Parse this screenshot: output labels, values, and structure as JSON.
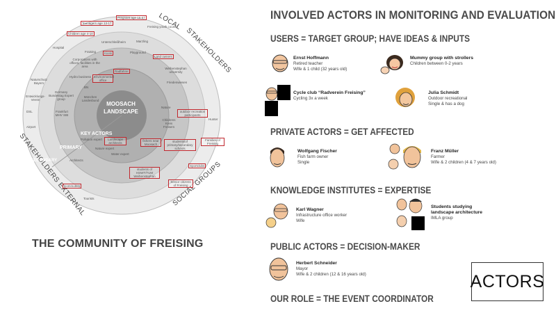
{
  "diagram": {
    "center_line1": "MOOSACH",
    "center_line2": "LANDSCAPE",
    "key_actors": "KEY ACTORS",
    "primary": "PRIMARY",
    "secondary": "SECONDARY",
    "ring_local": "LOCAL",
    "ring_stakeholders_top": "STAKEHOLDERS",
    "ring_social_groups": "SOCIAL GROUPS",
    "ring_stakeholders_external": "STAKEHOLDERS EXTERNAL",
    "nodes": {
      "teenagers": "Teenagers age 13-17",
      "pregnant": "Pregnant age 16-67",
      "children": "Children age 4-10",
      "freising_youth": "Freising youth council",
      "unterschleissheim": "Unterschleißheim",
      "marzling": "Marzling",
      "hospital": "Hospital",
      "fraising": "Fraising",
      "kiosk": "Kiosk",
      "playground": "Playground",
      "corporations": "Corporations with offices, facilities in the area",
      "radfahrer": "Radfahrer",
      "gardeners": "Land owners",
      "weihenstephan_uni": "Weihenstephan university",
      "environment_office": "Environmental office",
      "friedenwiesen": "Friedenwiesen",
      "hydro": "Hydro business",
      "bn": "BN",
      "nature": "Nature",
      "muenchen": "München Landesbund",
      "pfadfinder": "Pfadfinder",
      "childrens": "Childrens Kreis Freisers",
      "outdoor": "outdoor recreation participants",
      "hunter": "Hunter",
      "germany_bund": "Germany Bundestag Expert group",
      "frankfurt": "Frankfurt MHV SIB",
      "natur_sign": "Natural signers",
      "pollution": "Pollution expert",
      "landscape_arch": "Landscape architects",
      "fishers": "fishers near Moosach",
      "students": "students/of primary/secondary schools",
      "families": "Families of Freising",
      "nature_expert": "Nature expert",
      "water_expert": "Water expert",
      "students_tum": "students of HSWT/TUM Weihenstephan",
      "sportclubs": "Sportclubs",
      "senior": "Senior citizens of Freising",
      "architects": "Architects",
      "commuters": "Commuters",
      "tourists": "Tourists",
      "airport": "Airport",
      "dsl": "DSL",
      "entw": "Entwicklungs-Verein",
      "natur_bayern": "Naturschutz Bayern"
    }
  },
  "community_title": "THE COMMUNITY OF FREISING",
  "main_title": "INVOLVED ACTORS IN MONITORING AND EVALUATION",
  "sections": {
    "users": "USERS = TARGET GROUP; HAVE IDEAS & INPUTS",
    "private": "PRIVATE ACTORS = GET AFFECTED",
    "knowledge": "KNOWLEDGE INSTITUTES = EXPERTISE",
    "public": "PUBLIC ACTORS = DECISION-MAKER",
    "role": "OUR ROLE = THE EVENT COORDINATOR"
  },
  "actors": {
    "hoffmann": {
      "name": "Ernst Hoffmann",
      "l1": "Retired teacher",
      "l2": "Wife & 1 child (32 years old)"
    },
    "mummy": {
      "name": "Mummy group with strollers",
      "l1": "Children between 0-2 years",
      "l2": ""
    },
    "cycle": {
      "name": "Cycle club “Radverein Freising”",
      "l1": "Cycling 3x a week",
      "l2": ""
    },
    "julia": {
      "name": "Julia Schmidt",
      "l1": "Outdoor recreational",
      "l2": "Single & has a dog"
    },
    "fischer": {
      "name": "Wolfgang Fischer",
      "l1": "Fish farm owner",
      "l2": "Single"
    },
    "mueller": {
      "name": "Franz Müller",
      "l1": "Farmer",
      "l2": "Wife & 2 children (4 & 7 years old)"
    },
    "wagner": {
      "name": "Karl Wagner",
      "l1": "Infrastructure office worker",
      "l2": "Wife"
    },
    "students": {
      "name": "Students studying",
      "l1": "landscape architecture",
      "l2": "IMLA group"
    },
    "schneider": {
      "name": "Herbert Schneider",
      "l1": "Mayor",
      "l2": "Wife & 2 children (12 & 16 years old)"
    }
  },
  "badge": "ACTORS",
  "colors": {
    "ring_outer": "#e9e9e9",
    "ring_social": "#d4d4d4",
    "ring_secondary": "#bdbdbd",
    "ring_primary": "#a9a9a9",
    "center": "#8a8a8a",
    "box_border": "#c0262c",
    "heading": "#4a4a4a"
  }
}
